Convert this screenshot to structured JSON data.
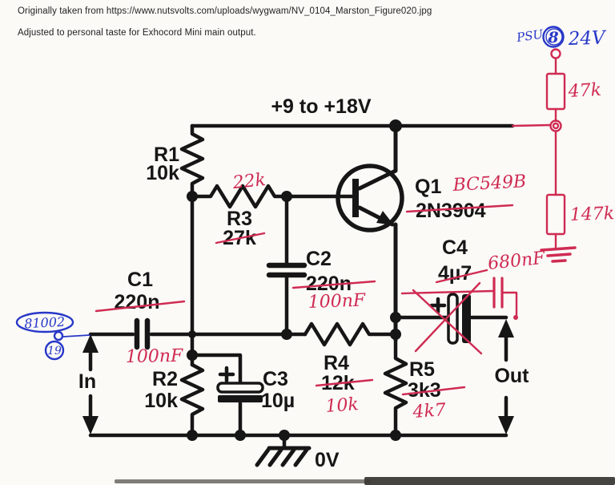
{
  "header": {
    "line1": "Originally taken from https://www.nutsvolts.com/uploads/wygwam/NV_0104_Marston_Figure020.jpg",
    "line2": "Adjusted to personal taste for Exhocord Mini main output."
  },
  "schematic": {
    "supply_rail": "+9 to +18V",
    "input": "In",
    "output": "Out",
    "ground": "0V",
    "components": {
      "r1": {
        "ref": "R1",
        "value": "10k"
      },
      "r2": {
        "ref": "R2",
        "value": "10k"
      },
      "r3": {
        "ref": "R3",
        "value": "27k"
      },
      "r4": {
        "ref": "R4",
        "value": "12k"
      },
      "r5": {
        "ref": "R5",
        "value": "3k3"
      },
      "c1": {
        "ref": "C1",
        "value": "220n"
      },
      "c2": {
        "ref": "C2",
        "value": "220n"
      },
      "c3": {
        "ref": "C3",
        "value": "10µ"
      },
      "c4": {
        "ref": "C4",
        "value": "4µ7"
      },
      "q1": {
        "ref": "Q1",
        "value": "2N3904"
      }
    }
  },
  "handwritten": {
    "red": {
      "r3_new": "22k",
      "c1_new": "100nF",
      "c2_new": "100nF",
      "c4_new": "680nF",
      "r4_new": "10k",
      "r5_new": "4k7",
      "q1_new": "BC549B",
      "divider_top": "47k",
      "divider_bottom": "147k"
    },
    "blue": {
      "psu_label": "PSU",
      "psu_pin": "8",
      "psu_voltage": "24V",
      "connector_id": "81002",
      "connector_pin": "19"
    }
  },
  "colors": {
    "print": "#161616",
    "red_ink": "#cf2b52",
    "blue_ink": "#2838c8",
    "paper": "#fbfaf7"
  }
}
